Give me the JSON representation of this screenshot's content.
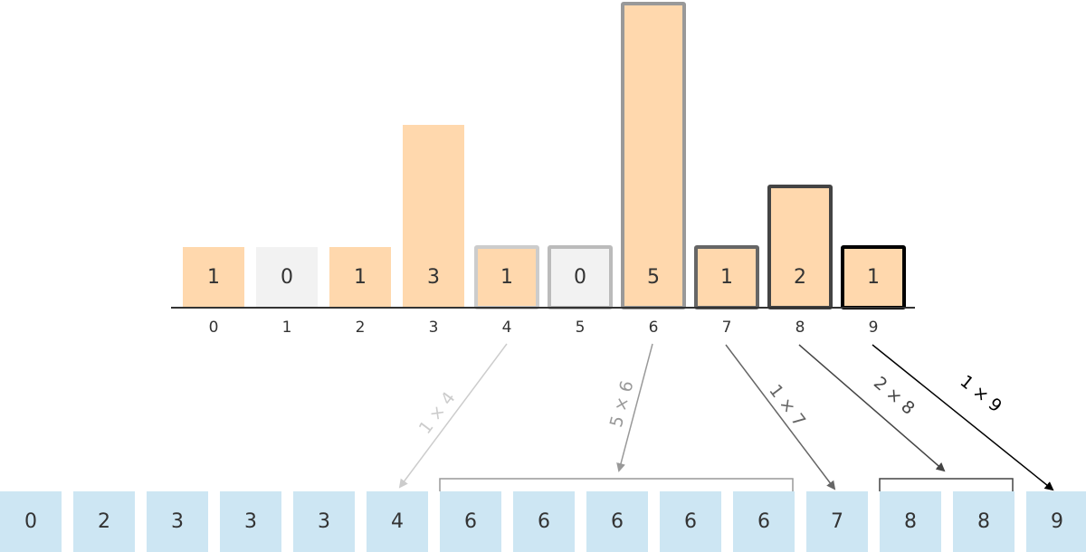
{
  "chart_data": {
    "type": "bar",
    "title": "",
    "xlabel": "",
    "ylabel": "",
    "categories": [
      "0",
      "1",
      "2",
      "3",
      "4",
      "5",
      "6",
      "7",
      "8",
      "9"
    ],
    "values": [
      1,
      0,
      1,
      3,
      1,
      0,
      5,
      1,
      2,
      1
    ],
    "value_labels": [
      "1",
      "0",
      "1",
      "",
      "1",
      "0",
      "5",
      "1",
      "2",
      "1"
    ],
    "ylim": [
      0,
      5
    ],
    "grid": false,
    "legend": null,
    "bar_colors": {
      "nonzero": "#ffd8ad",
      "zero": "#f2f2f2"
    },
    "highlight_borders": {
      "4": "#cccccc",
      "5": "#bbbbbb",
      "6": "#999999",
      "7": "#666666",
      "8": "#444444",
      "9": "#000000"
    },
    "annotations": [
      {
        "from": "4",
        "label": "1 × 4",
        "color": "#cccccc"
      },
      {
        "from": "6",
        "label": "5 × 6",
        "color": "#999999"
      },
      {
        "from": "7",
        "label": "1 × 7",
        "color": "#666666"
      },
      {
        "from": "8",
        "label": "2 × 8",
        "color": "#444444"
      },
      {
        "from": "9",
        "label": "1 × 9",
        "color": "#000000"
      }
    ],
    "output_array": [
      "0",
      "2",
      "3",
      "3",
      "3",
      "4",
      "6",
      "6",
      "6",
      "6",
      "6",
      "7",
      "8",
      "8",
      "9"
    ]
  },
  "histogram": {
    "bars": [
      {
        "index": "0",
        "count": "1",
        "label": "1"
      },
      {
        "index": "1",
        "count": "0",
        "label": "0"
      },
      {
        "index": "2",
        "count": "1",
        "label": "1"
      },
      {
        "index": "3",
        "count": "3",
        "label": "3"
      },
      {
        "index": "4",
        "count": "1",
        "label": "1"
      },
      {
        "index": "5",
        "count": "0",
        "label": "0"
      },
      {
        "index": "6",
        "count": "5",
        "label": "5"
      },
      {
        "index": "7",
        "count": "1",
        "label": "1"
      },
      {
        "index": "8",
        "count": "2",
        "label": "2"
      },
      {
        "index": "9",
        "count": "1",
        "label": "1"
      }
    ]
  },
  "arrows": {
    "a4": "1 × 4",
    "a6": "5 × 6",
    "a7": "1 × 7",
    "a8": "2 × 8",
    "a9": "1 × 9"
  },
  "output": {
    "cells": [
      "0",
      "2",
      "3",
      "3",
      "3",
      "4",
      "6",
      "6",
      "6",
      "6",
      "6",
      "7",
      "8",
      "8",
      "9"
    ]
  }
}
